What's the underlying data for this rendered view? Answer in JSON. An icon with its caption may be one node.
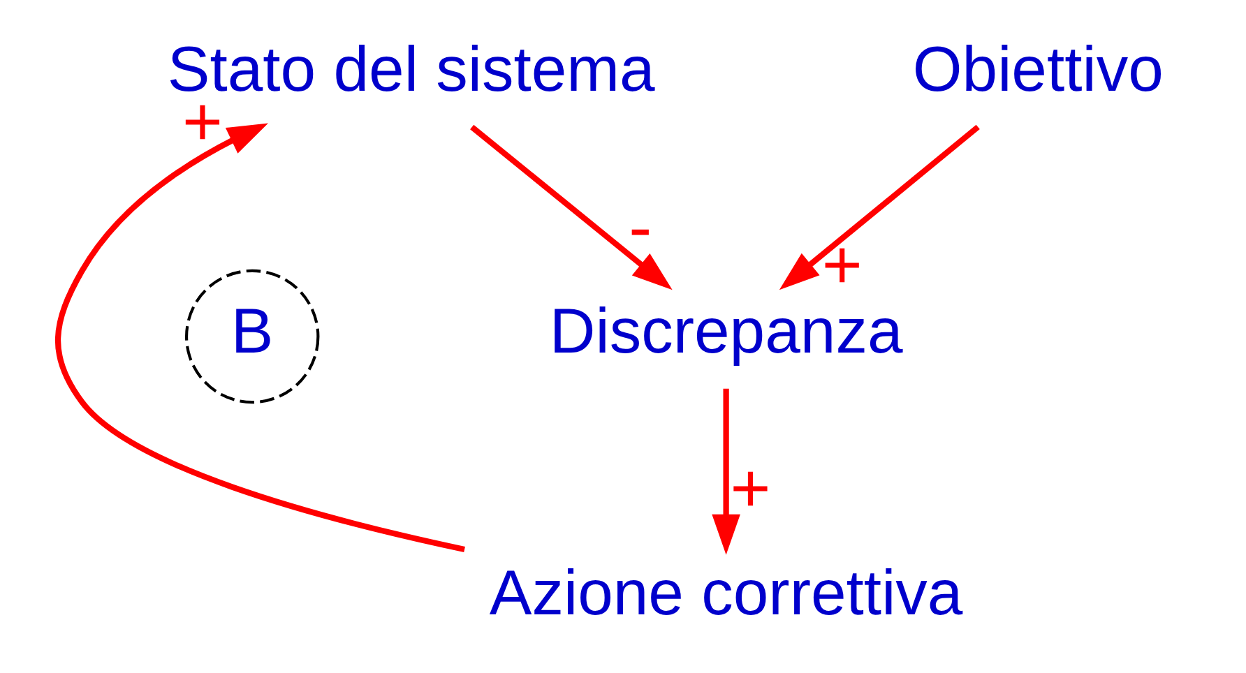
{
  "diagram": {
    "nodes": [
      {
        "text": [
          "Stato del sistema"
        ]
      },
      {
        "text": [
          "Obiettivo"
        ]
      },
      {
        "text": [
          "Discrepanza"
        ]
      },
      {
        "text": [
          "Azione correttiva"
        ]
      }
    ],
    "edges": [
      {
        "from": 0,
        "to": 2,
        "arrow": "to",
        "label": "-"
      },
      {
        "from": 1,
        "to": 2,
        "arrow": "to",
        "label": "+"
      },
      {
        "from": 2,
        "to": 3,
        "arrow": "to",
        "label": "+"
      },
      {
        "from": 3,
        "to": 0,
        "arrow": "to",
        "label": "+"
      }
    ],
    "labels": [
      "B"
    ]
  }
}
